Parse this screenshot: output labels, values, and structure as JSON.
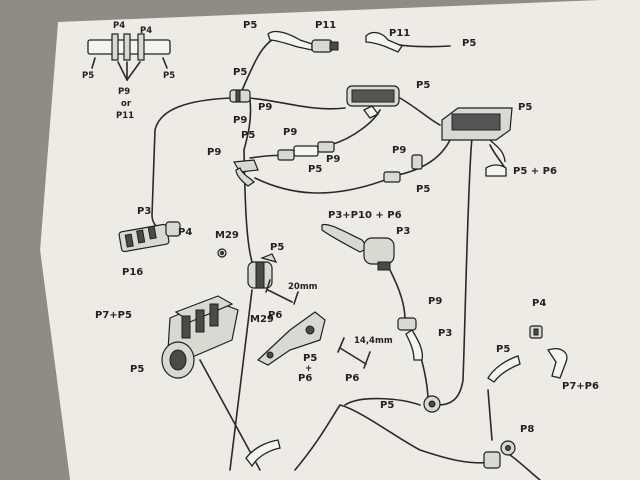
{
  "colors": {
    "paper": "#ecebe6",
    "background": "#8d8d85",
    "ink": "#222222"
  },
  "labels": {
    "inset_p4_left": "P4",
    "inset_p4_right": "P4",
    "inset_p5_left": "P5",
    "inset_p5_right": "P5",
    "inset_p9": "P9",
    "inset_or": "or",
    "inset_p11": "P11",
    "top_p5_a": "P5",
    "top_p11_a": "P11",
    "top_p11_b": "P11",
    "top_p5_b": "P5",
    "p5_upper_left": "P5",
    "p9_upper_left_a": "P9",
    "p9_upper_left_b": "P9",
    "p5_filter_upper": "P5",
    "p5_filter_right": "P5",
    "p5_mid": "P5",
    "p9_mid_a": "P9",
    "p9_mid_left": "P9",
    "p9_mid_b": "P9",
    "p5_mid_b": "P5",
    "p9_right": "P9",
    "p5_right_a": "P5",
    "p5_p6_right": "P5 + P6",
    "p3_left": "P3",
    "p4_left": "P4",
    "p16": "P16",
    "m29": "M29",
    "p3_p10_p6": "P3+P10 + P6",
    "p3_upper": "P3",
    "p5_cyl": "P5",
    "dim_20mm": "20mm",
    "p7_p5": "P7+P5",
    "p6_left": "P6",
    "m29_b": "M29",
    "p9_lower": "P9",
    "p3_lower": "P3",
    "p4_right": "P4",
    "dim_14mm": "14,4mm",
    "p5_bracket": "P5",
    "p6_bracket": "P6",
    "p6_dim": "P6",
    "p5_engine": "P5",
    "p5_lower_right": "P5",
    "p7_p6": "P7+P6",
    "p5_pump": "P5",
    "p8": "P8",
    "p6_plus": "+"
  }
}
